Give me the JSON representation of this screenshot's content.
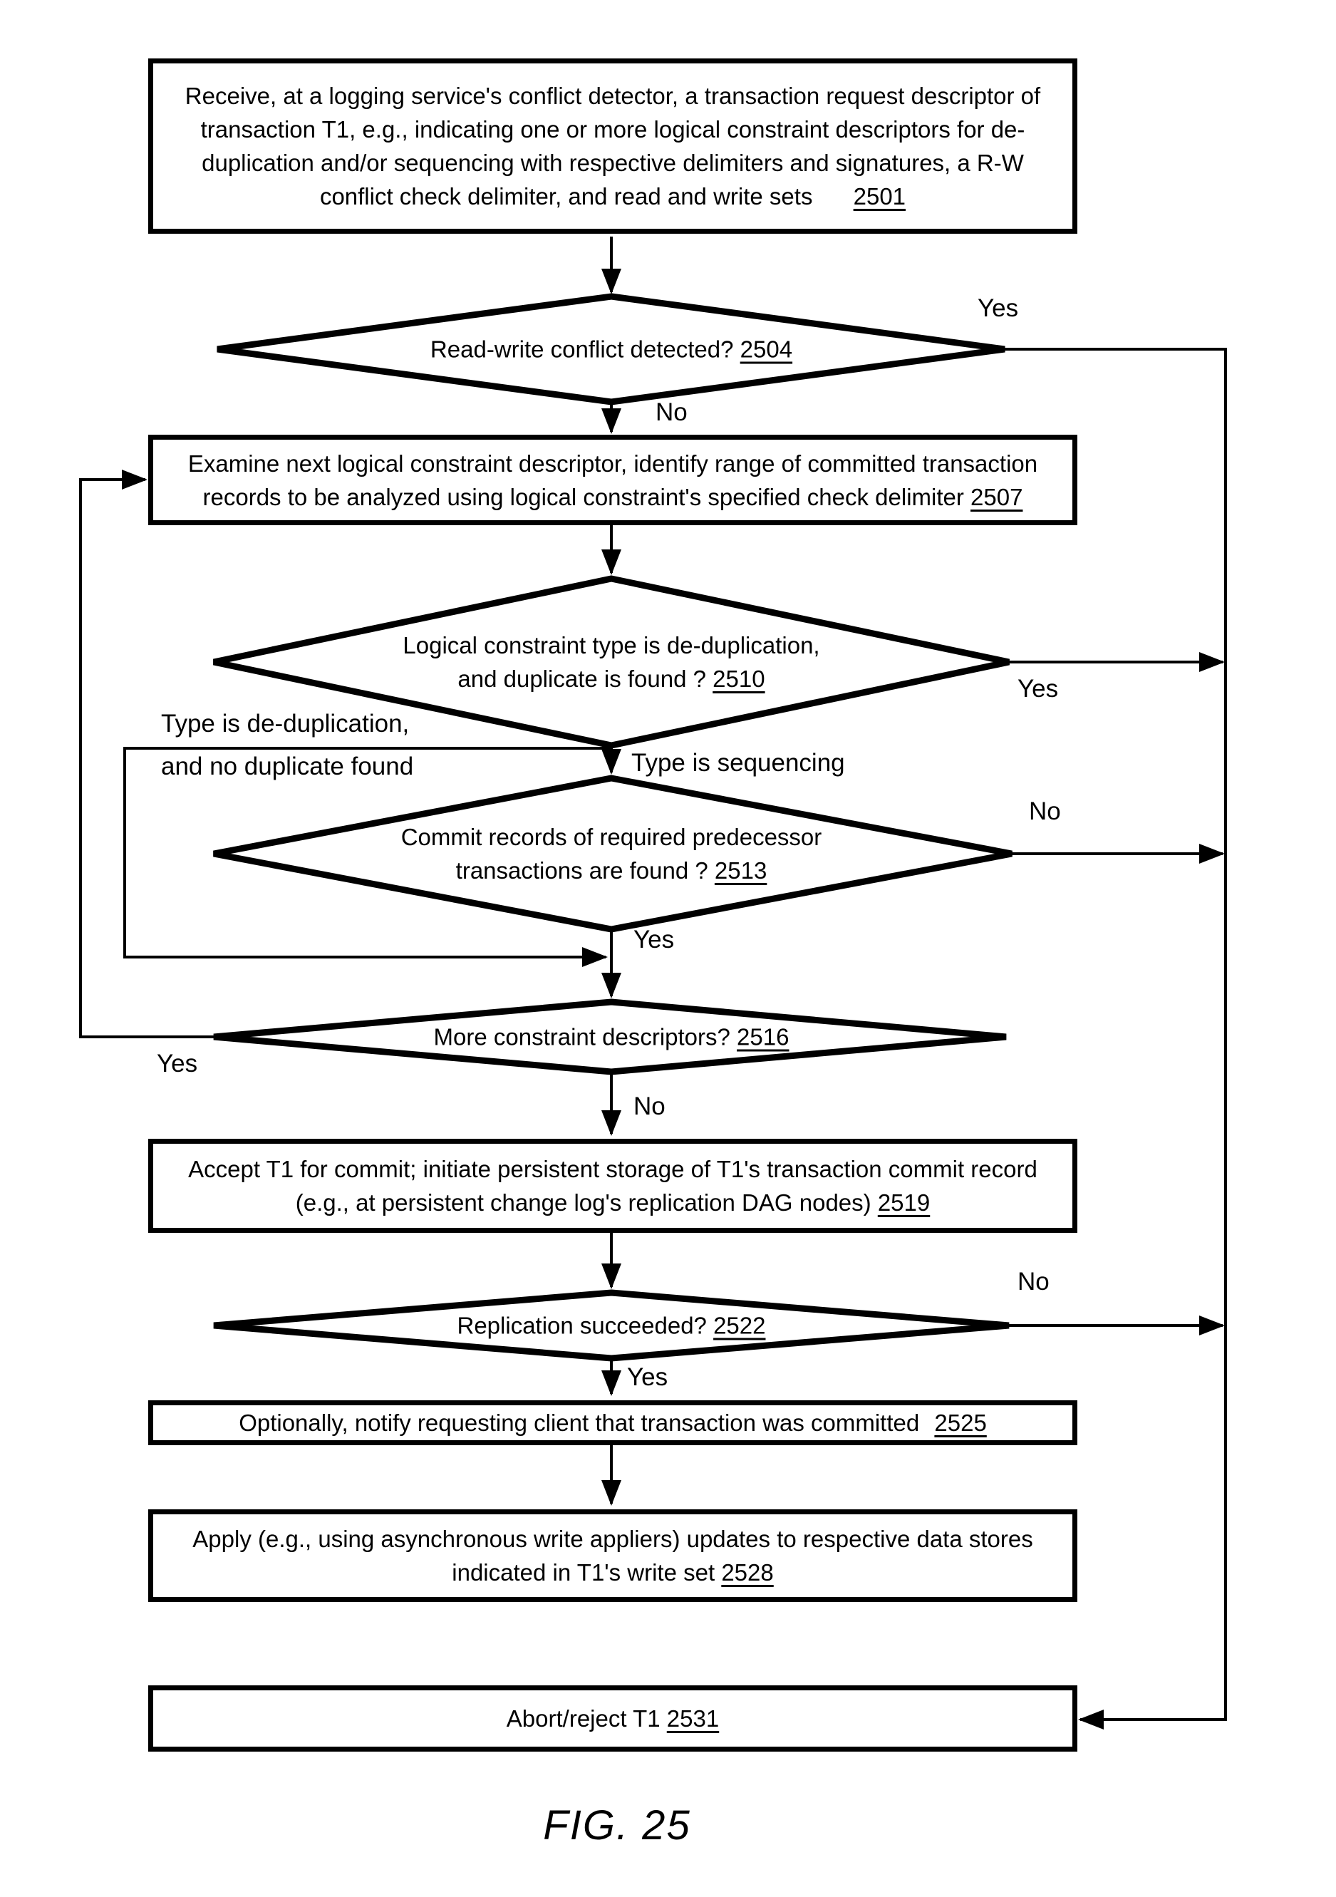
{
  "figure": {
    "caption": "FIG. 25"
  },
  "colors": {
    "ink": "#000000",
    "background": "#ffffff"
  },
  "nodes": {
    "receive": {
      "shape": "process",
      "text": "Receive, at a logging service's conflict detector, a transaction request descriptor of\ntransaction T1, e.g., indicating one or more logical constraint descriptors for de-\nduplication and/or sequencing with respective delimiters and signatures, a R-W\nconflict check delimiter, and read and write sets",
      "ref": "2501"
    },
    "rw_conflict": {
      "shape": "decision",
      "text": "Read-write conflict detected?",
      "ref": "2504"
    },
    "examine_constraint": {
      "shape": "process",
      "text": "Examine next logical constraint descriptor, identify range of committed transaction\nrecords to be analyzed using logical constraint's specified check delimiter",
      "ref": "2507"
    },
    "dedup_duplicate": {
      "shape": "decision",
      "text": "Logical constraint type is de-duplication,\nand duplicate is found ?",
      "ref": "2510"
    },
    "predecessor_commit": {
      "shape": "decision",
      "text": "Commit records of required predecessor\ntransactions are found ?",
      "ref": "2513"
    },
    "more_descriptors": {
      "shape": "decision",
      "text": "More constraint descriptors?",
      "ref": "2516"
    },
    "accept_commit": {
      "shape": "process",
      "text": "Accept T1 for commit; initiate persistent storage of T1's transaction commit record\n(e.g., at persistent change log's replication DAG nodes)",
      "ref": "2519"
    },
    "replication_check": {
      "shape": "decision",
      "text": "Replication succeeded?",
      "ref": "2522"
    },
    "notify_client": {
      "shape": "process",
      "text": "Optionally, notify requesting client that transaction was committed",
      "ref": "2525"
    },
    "apply_updates": {
      "shape": "process",
      "text": "Apply (e.g., using asynchronous write appliers) updates to respective data stores\nindicated in T1's write set",
      "ref": "2528"
    },
    "abort": {
      "shape": "process",
      "text": "Abort/reject T1",
      "ref": "2531"
    }
  },
  "edge_labels": {
    "rw_yes": "Yes",
    "rw_no": "No",
    "dedup_yes": "Yes",
    "dedup_no_branch": "Type is de-duplication,\nand no duplicate found",
    "sequencing_branch": "Type is sequencing",
    "predecessor_no": "No",
    "predecessor_yes": "Yes",
    "more_yes": "Yes",
    "more_no": "No",
    "replication_no": "No",
    "replication_yes": "Yes"
  }
}
